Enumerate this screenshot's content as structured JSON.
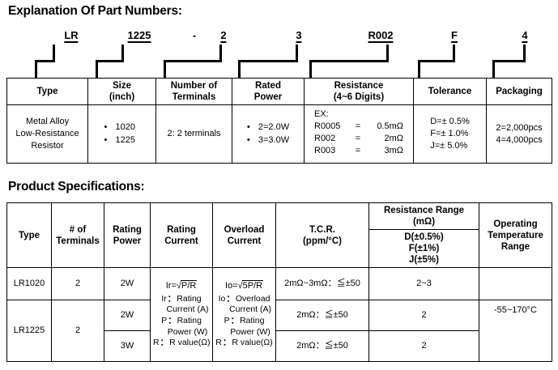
{
  "sections": {
    "part_numbers_title": "Explanation Of Part Numbers:",
    "specifications_title": "Product Specifications:"
  },
  "part_number_diagram": {
    "separator": "-",
    "labels": [
      {
        "text": "LR",
        "underlined": true
      },
      {
        "text": "1225",
        "underlined": true
      },
      {
        "text": "2",
        "underlined": true
      },
      {
        "text": "3",
        "underlined": true
      },
      {
        "text": "R002",
        "underlined": true
      },
      {
        "text": "F",
        "underlined": true
      },
      {
        "text": "4",
        "underlined": true
      }
    ]
  },
  "part_number_table": {
    "headers": [
      "Type",
      "Size\n(inch)",
      "Number of\nTerminals",
      "Rated\nPower",
      "Resistance\n(4~6 Digits)",
      "Tolerance",
      "Packaging"
    ],
    "header_lines": {
      "type": [
        "Type"
      ],
      "size": [
        "Size",
        "(inch)"
      ],
      "terminals": [
        "Number of",
        "Terminals"
      ],
      "rated_power": [
        "Rated",
        "Power"
      ],
      "resistance": [
        "Resistance",
        "(4~6 Digits)"
      ],
      "tolerance": [
        "Tolerance"
      ],
      "packaging": [
        "Packaging"
      ]
    },
    "row": {
      "type_lines": [
        "Metal Alloy",
        "Low-Resistance",
        "Resistor"
      ],
      "size_options": [
        "1020",
        "1225"
      ],
      "terminals": "2: 2 terminals",
      "rated_power_options": [
        "2=2.0W",
        "3=3.0W"
      ],
      "resistance_ex_label": "EX:",
      "resistance_examples": [
        {
          "code": "R0005",
          "eq": "=",
          "value": "0.5mΩ"
        },
        {
          "code": "R002",
          "eq": "=",
          "value": "2mΩ"
        },
        {
          "code": "R003",
          "eq": "=",
          "value": "3mΩ"
        }
      ],
      "tolerance_options": [
        "D=± 0.5%",
        "F=± 1.0%",
        "J=± 5.0%"
      ],
      "packaging_options": [
        "2=2,000pcs",
        "4=4,000pcs"
      ]
    }
  },
  "spec_table": {
    "headers": {
      "type": [
        "Type"
      ],
      "num_terminals": [
        "# of",
        "Terminals"
      ],
      "rating_power": [
        "Rating",
        "Power"
      ],
      "rating_current": [
        "Rating",
        "Current"
      ],
      "overload_current": [
        "Overload",
        "Current"
      ],
      "tcr": [
        "T.C.R.",
        "(ppm/°C)"
      ],
      "resistance_range_top": [
        "Resistance Range",
        "(mΩ)"
      ],
      "resistance_range_sub": [
        "D(±0.5%)",
        "F(±1%)",
        "J(±5%)"
      ],
      "operating_temp": [
        "Operating",
        "Temperature",
        "Range"
      ]
    },
    "rating_current_formula": {
      "prefix": "Ir=",
      "radicand": "P/R"
    },
    "overload_current_formula": {
      "prefix": "Io=",
      "radicand": "5P/R"
    },
    "rating_current_legend": [
      {
        "sym": "Ir",
        "desc": "Rating",
        "desc2": "Current (A)"
      },
      {
        "sym": "P",
        "desc": "Rating",
        "desc2": "Power (W)"
      },
      {
        "sym": "R",
        "desc": "R value(Ω)",
        "desc2": ""
      }
    ],
    "overload_current_legend": [
      {
        "sym": "Io",
        "desc": "Overload",
        "desc2": "Current (A)"
      },
      {
        "sym": "P",
        "desc": "Rating",
        "desc2": "Power (W)"
      },
      {
        "sym": "R",
        "desc": "R value(Ω)",
        "desc2": ""
      }
    ],
    "rows": [
      {
        "type": "LR1020",
        "num_terminals": "2",
        "rating_power": "2W",
        "tcr": "2mΩ~3mΩ：≦±50",
        "resistance_range": "2~3",
        "operating_temp": ""
      },
      {
        "type": "LR1225",
        "num_terminals": "2",
        "rating_power": "2W",
        "tcr": "2mΩ：≦±50",
        "resistance_range": "2",
        "operating_temp": "-55~170°C"
      },
      {
        "type": "",
        "num_terminals": "",
        "rating_power": "3W",
        "tcr": "2mΩ：≦±50",
        "resistance_range": "2",
        "operating_temp": ""
      }
    ]
  }
}
